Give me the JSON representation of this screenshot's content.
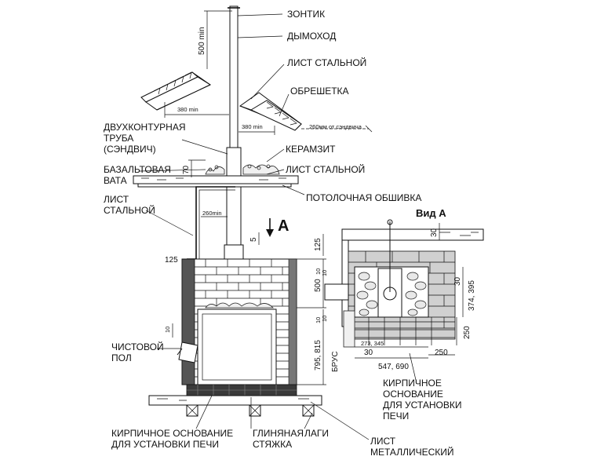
{
  "labels": {
    "umbrella": "ЗОНТИК",
    "chimney": "ДЫМОХОД",
    "steel_sheet_top": "ЛИСТ СТАЛЬНОЙ",
    "lathing": "ОБРЕШЕТКА",
    "sandwich_1": "ДВУХКОНТУРНАЯ",
    "sandwich_2": "ТРУБА",
    "sandwich_3": "(СЭНДВИЧ)",
    "claydite": "КЕРАМЗИТ",
    "steel_sheet_mid": "ЛИСТ СТАЛЬНОЙ",
    "basalt_1": "БАЗАЛЬТОВАЯ",
    "basalt_2": "ВАТА",
    "ceiling_lining": "ПОТОЛОЧНАЯ ОБШИВКА",
    "steel_sheet_left_1": "ЛИСТ",
    "steel_sheet_left_2": "СТАЛЬНОЙ",
    "finish_floor_1": "ЧИСТОВОЙ",
    "finish_floor_2": "ПОЛ",
    "brick_base_bottom_1": "КИРПИЧНОЕ ОСНОВАНИЕ",
    "brick_base_bottom_2": "ДЛЯ УСТАНОВКИ ПЕЧИ",
    "clay_screed_1": "ГЛИНЯНАЯ",
    "clay_screed_2": "СТЯЖКА",
    "joists": "ЛАГИ",
    "metal_sheet_1": "ЛИСТ",
    "metal_sheet_2": "МЕТАЛЛИЧЕСКИЙ",
    "view_a": "Вид А",
    "arrow_a": "А",
    "timber": "БРУС",
    "brick_base_right_1": "КИРПИЧНОЕ",
    "brick_base_right_2": "ОСНОВАНИЕ",
    "brick_base_right_3": "ДЛЯ УСТАНОВКИ",
    "brick_base_right_4": "ПЕЧИ"
  },
  "dimensions": {
    "d500min": "500 min",
    "d380min_left": "380 min",
    "d380min_right": "380 min",
    "d260_sandwich": "260мм от сэндвича",
    "d70": "70",
    "d260min": "260min",
    "d5": "5",
    "d125_left": "125",
    "d10_a": "10",
    "d500": "500",
    "d10_b": "10",
    "d10_c": "10",
    "d795_815": "795, 815",
    "d125_right": "125",
    "d30_top": "30",
    "d10_r1": "10",
    "d10_r2": "10",
    "d30_mid": "30",
    "d374_395": "374, 395",
    "d250_v": "250",
    "d273_345": "273, 345",
    "d30_bot": "30",
    "d547_690": "547, 690",
    "d250_h": "250"
  }
}
